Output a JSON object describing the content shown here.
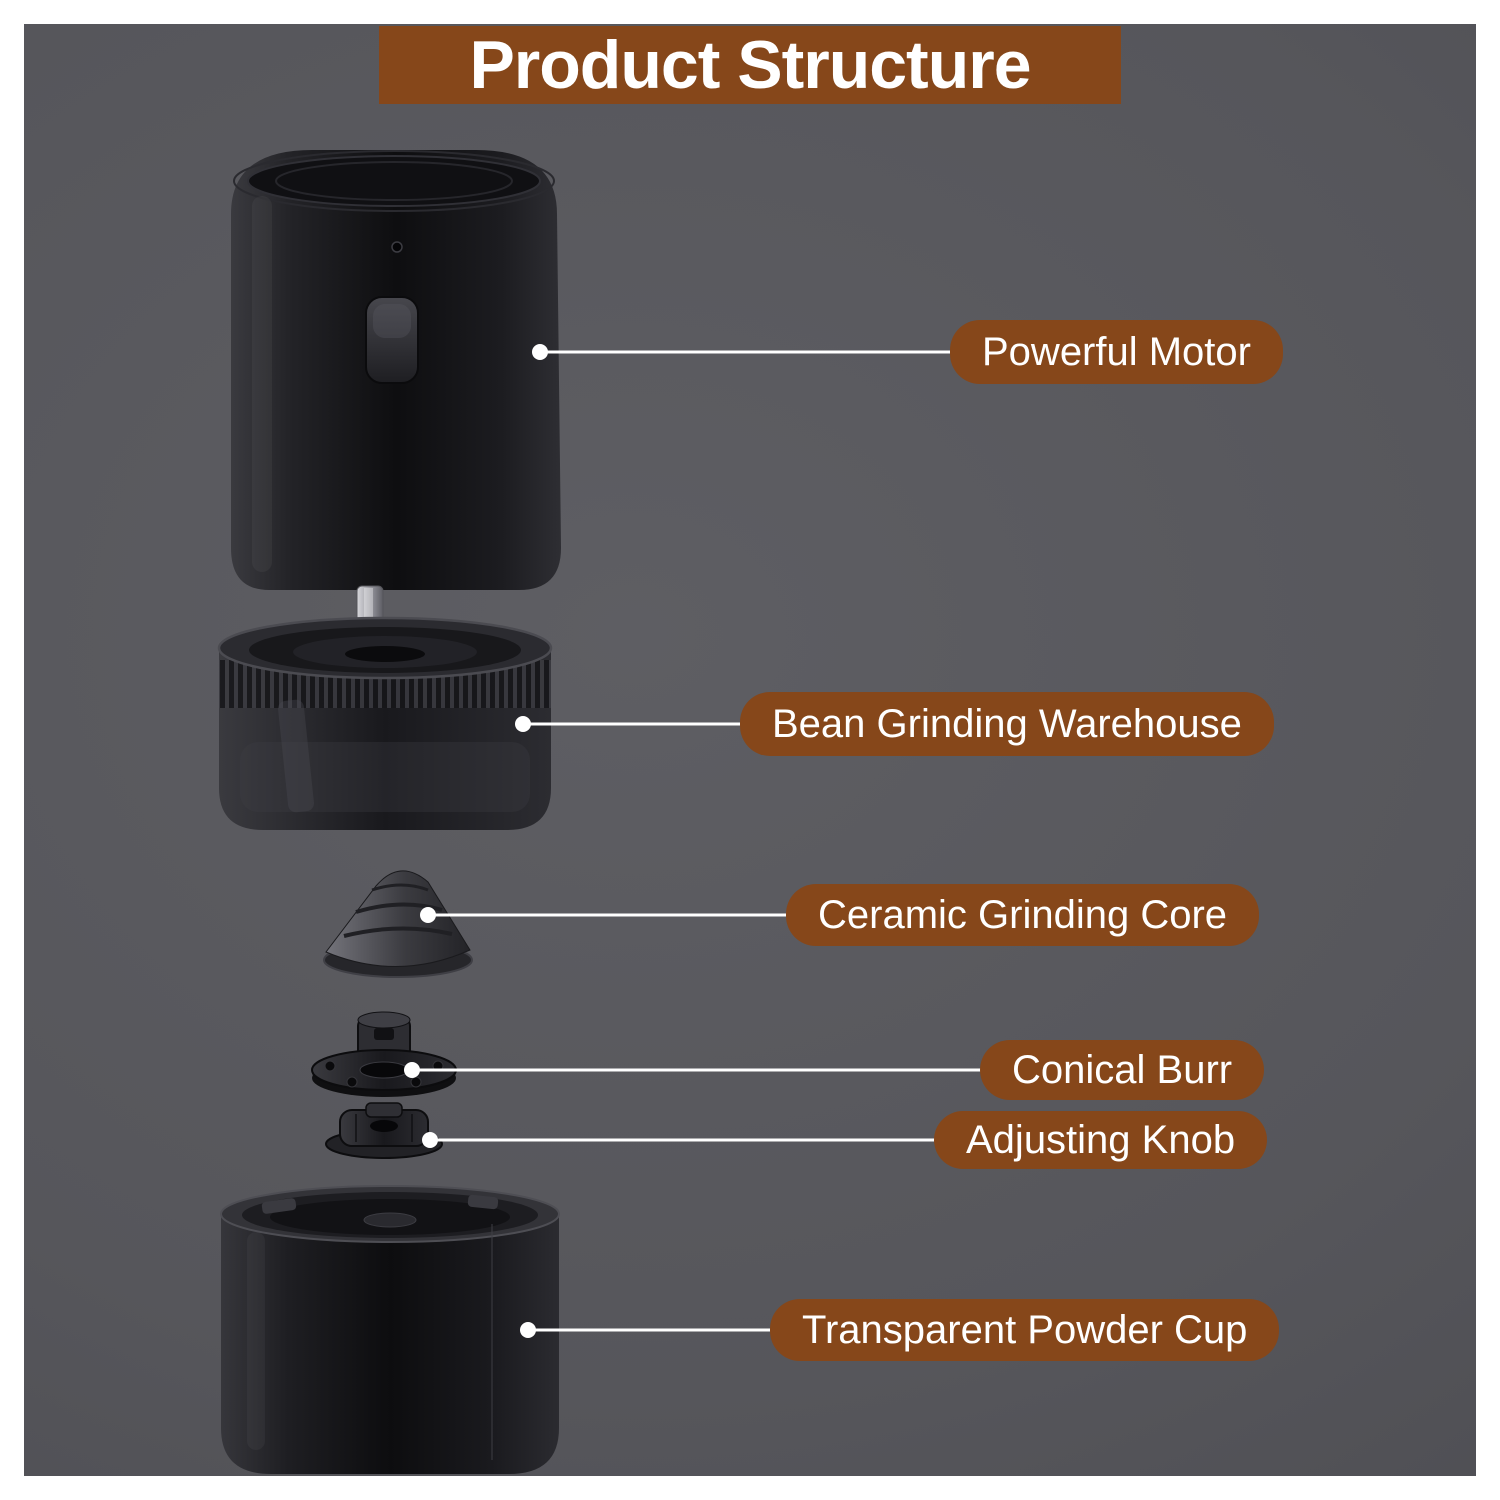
{
  "header": {
    "title": "Product Structure"
  },
  "theme": {
    "frame_color": "#ffffff",
    "background_color": "#56565b",
    "accent_color": "#86471a",
    "label_text_color": "#ffffff",
    "product_color": "#111114",
    "connector_color": "#ffffff"
  },
  "diagram": {
    "subject": "electric-coffee-grinder-exploded-view",
    "parts": [
      "motor-body",
      "drive-shaft",
      "bean-grinding-warehouse",
      "ceramic-grinding-core",
      "conical-burr",
      "adjusting-knob",
      "transparent-powder-cup"
    ],
    "callouts": [
      {
        "label": "Powerful Motor",
        "part": "motor-body"
      },
      {
        "label": "Bean Grinding Warehouse",
        "part": "bean-grinding-warehouse"
      },
      {
        "label": "Ceramic Grinding Core",
        "part": "ceramic-grinding-core"
      },
      {
        "label": "Conical Burr",
        "part": "conical-burr"
      },
      {
        "label": "Adjusting Knob",
        "part": "adjusting-knob"
      },
      {
        "label": "Transparent Powder Cup",
        "part": "transparent-powder-cup"
      }
    ]
  }
}
